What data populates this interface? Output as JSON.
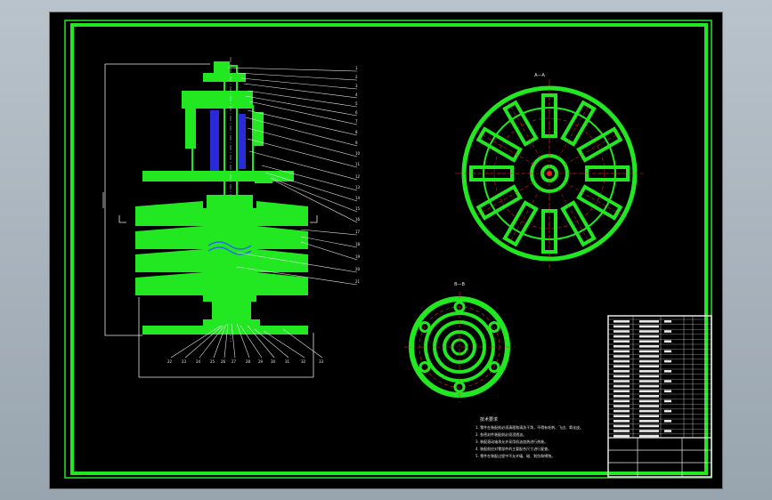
{
  "drawing": {
    "background": "#000000",
    "line_color": "#22e822",
    "leader_color": "#e8e8e8",
    "center_line_color": "#e62020"
  },
  "views": {
    "section_marker_disc": "A—A",
    "section_marker_flange": "B—B"
  },
  "technical_requirements": {
    "heading": "技术要求",
    "items": [
      "1. 零件在装配前必须清理和清洗干净，不得有毛刺、飞边、氧化皮。",
      "2. 各密封件装配前必须浸透油。",
      "3. 装配滚动轴承允许采用机油加热进行热装。",
      "4. 装配前应对零部件的主要配合尺寸进行复查。",
      "5. 零件在装配过程中不允许磕、碰、划伤和锈蚀。"
    ]
  }
}
